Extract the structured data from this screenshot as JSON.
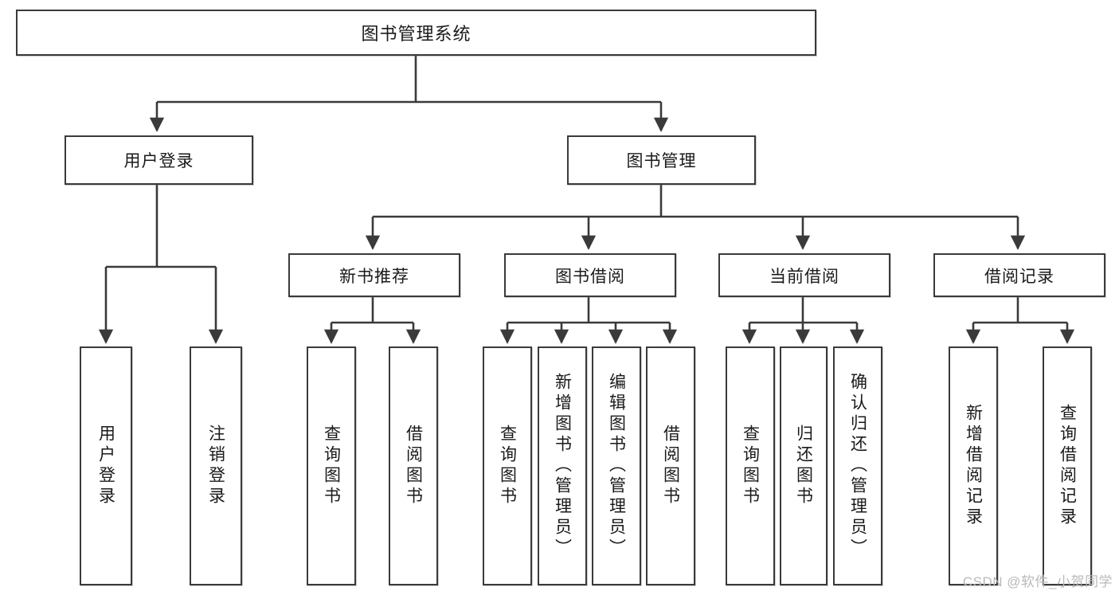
{
  "diagram": {
    "title": "图书管理系统",
    "type": "tree-hierarchy",
    "root": {
      "id": "root",
      "label": "图书管理系统"
    },
    "level2": [
      {
        "id": "user-login",
        "label": "用户登录"
      },
      {
        "id": "book-manage",
        "label": "图书管理"
      }
    ],
    "level3": [
      {
        "id": "new-book-rec",
        "label": "新书推荐",
        "parent": "book-manage"
      },
      {
        "id": "book-borrow",
        "label": "图书借阅",
        "parent": "book-manage"
      },
      {
        "id": "current-borrow",
        "label": "当前借阅",
        "parent": "book-manage"
      },
      {
        "id": "borrow-record",
        "label": "借阅记录",
        "parent": "book-manage"
      }
    ],
    "leaves": [
      {
        "id": "leaf-user-login",
        "label": "用户登录",
        "parent": "user-login"
      },
      {
        "id": "leaf-user-logout",
        "label": "注销登录",
        "parent": "user-login"
      },
      {
        "id": "leaf-rec-query",
        "label": "查询图书",
        "parent": "new-book-rec"
      },
      {
        "id": "leaf-rec-borrow",
        "label": "借阅图书",
        "parent": "new-book-rec"
      },
      {
        "id": "leaf-borrow-query",
        "label": "查询图书",
        "parent": "book-borrow"
      },
      {
        "id": "leaf-borrow-add",
        "label": "新增图书（管理员）",
        "parent": "book-borrow"
      },
      {
        "id": "leaf-borrow-edit",
        "label": "编辑图书（管理员）",
        "parent": "book-borrow"
      },
      {
        "id": "leaf-borrow-lend",
        "label": "借阅图书",
        "parent": "book-borrow"
      },
      {
        "id": "leaf-cur-query",
        "label": "查询图书",
        "parent": "current-borrow"
      },
      {
        "id": "leaf-cur-return",
        "label": "归还图书",
        "parent": "current-borrow"
      },
      {
        "id": "leaf-cur-confirm",
        "label": "确认归还（管理员）",
        "parent": "current-borrow"
      },
      {
        "id": "leaf-rec-add",
        "label": "新增借阅记录",
        "parent": "borrow-record"
      },
      {
        "id": "leaf-rec-query2",
        "label": "查询借阅记录",
        "parent": "borrow-record"
      }
    ]
  },
  "watermark": {
    "text": "CSDN @软件_小贺同学"
  },
  "colors": {
    "background": "#ffffff",
    "box_border": "#3a3a3a",
    "box_fill": "#ffffff",
    "text": "#1a1a1a",
    "edge": "#3a3a3a",
    "watermark": "#b9b9b9"
  }
}
